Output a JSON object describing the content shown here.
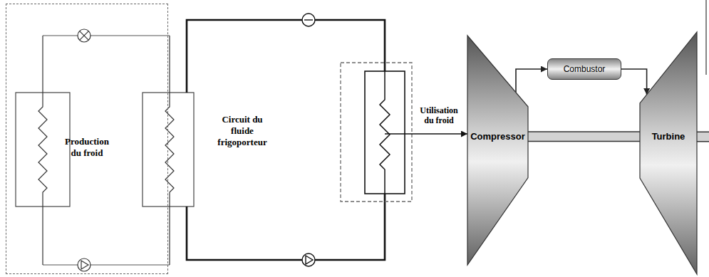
{
  "diagram": {
    "nodes": [
      {
        "text": [
          "Production du froid"
        ]
      },
      {
        "text": [
          "Compressor"
        ]
      },
      {
        "text": [
          "Combustor"
        ]
      },
      {
        "text": [
          "Turbine"
        ]
      }
    ],
    "edges": [
      {
        "from": 1,
        "to": 2,
        "arrow": "to"
      },
      {
        "from": 2,
        "to": 3,
        "arrow": "to"
      },
      {
        "from": 1,
        "to": 3,
        "arrow": "none"
      }
    ],
    "labels": [
      "Circuit du fluide frigoporteur",
      "Utilisation du froid"
    ]
  }
}
